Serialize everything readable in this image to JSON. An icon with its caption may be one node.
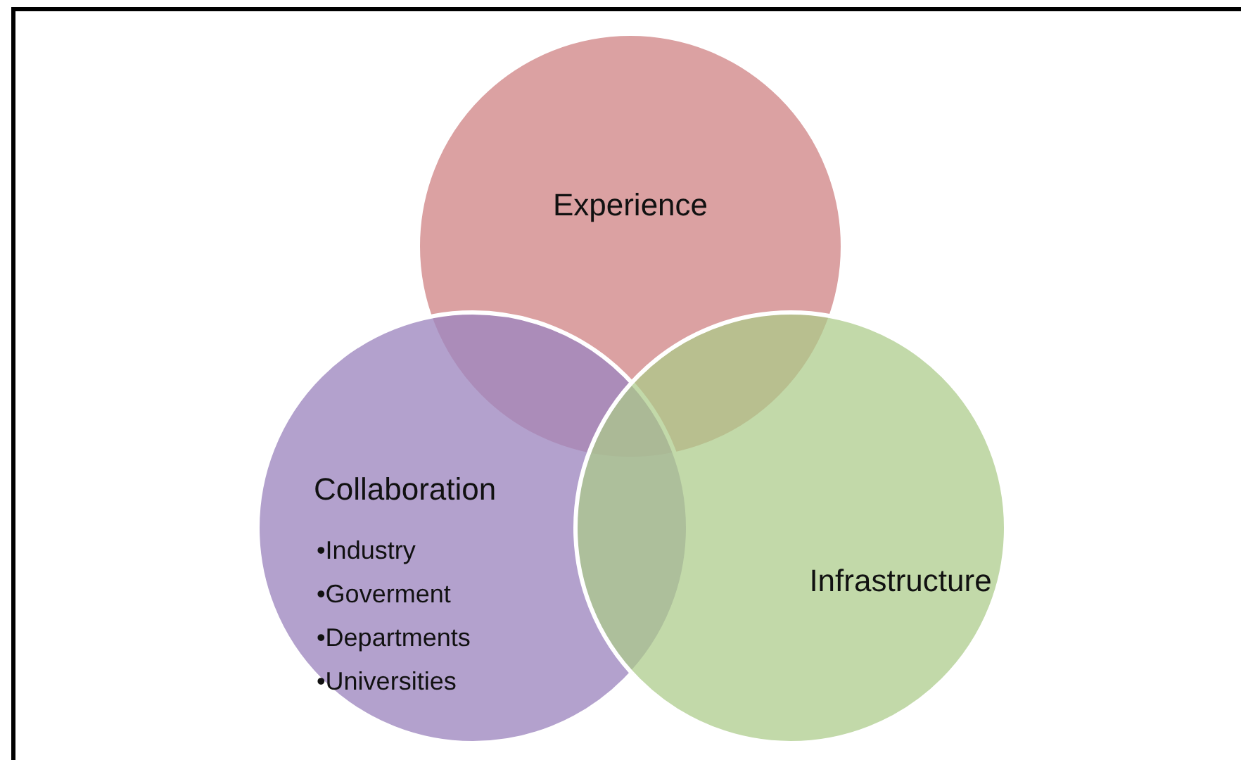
{
  "diagram": {
    "nodes": [
      {
        "text": [
          "Experience"
        ]
      },
      {
        "text": [
          "Collaboration",
          "•Industry",
          "•Goverment",
          "•Departments",
          "•Universities"
        ]
      },
      {
        "text": [
          "Infrastructure"
        ]
      }
    ]
  }
}
